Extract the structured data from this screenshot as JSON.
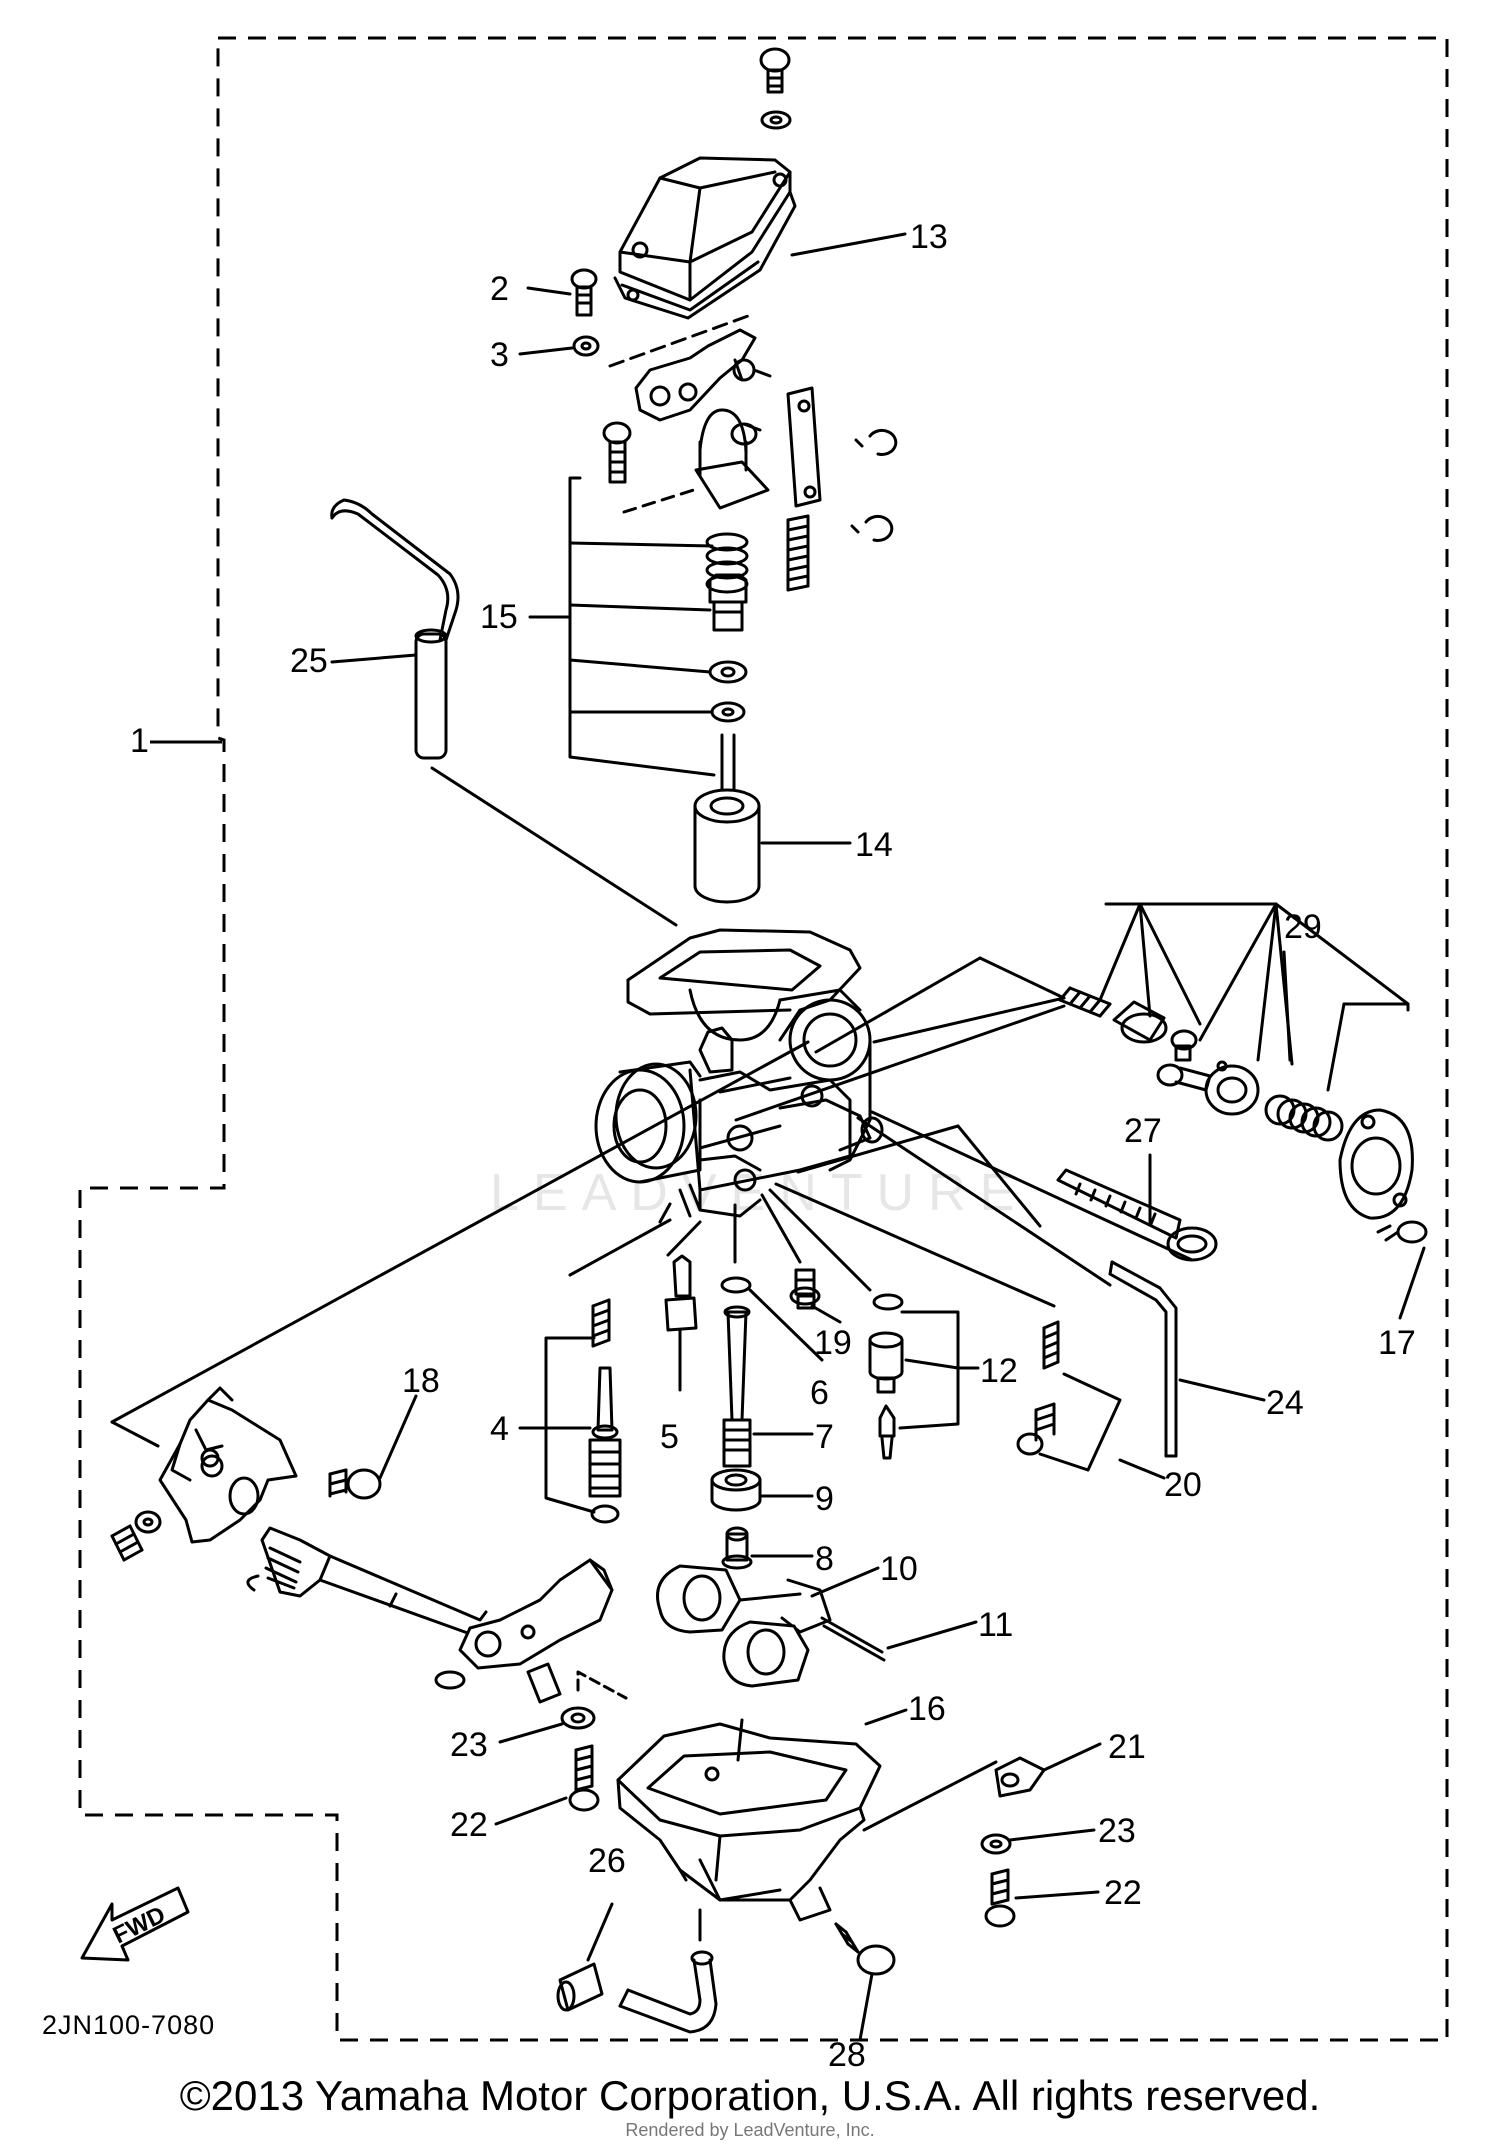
{
  "diagram": {
    "drawing_code": "2JN100-7080",
    "fwd_label": "FWD",
    "watermark": "LEADVENTURE",
    "copyright": "©2013 Yamaha Motor Corporation, U.S.A. All rights reserved.",
    "rendered_by": "Rendered by LeadVenture, Inc.",
    "callouts": [
      "1",
      "2",
      "3",
      "4",
      "5",
      "6",
      "7",
      "8",
      "9",
      "10",
      "11",
      "12",
      "13",
      "14",
      "15",
      "16",
      "17",
      "18",
      "19",
      "20",
      "21",
      "22",
      "22",
      "23",
      "23",
      "24",
      "25",
      "26",
      "27",
      "28",
      "29"
    ]
  }
}
